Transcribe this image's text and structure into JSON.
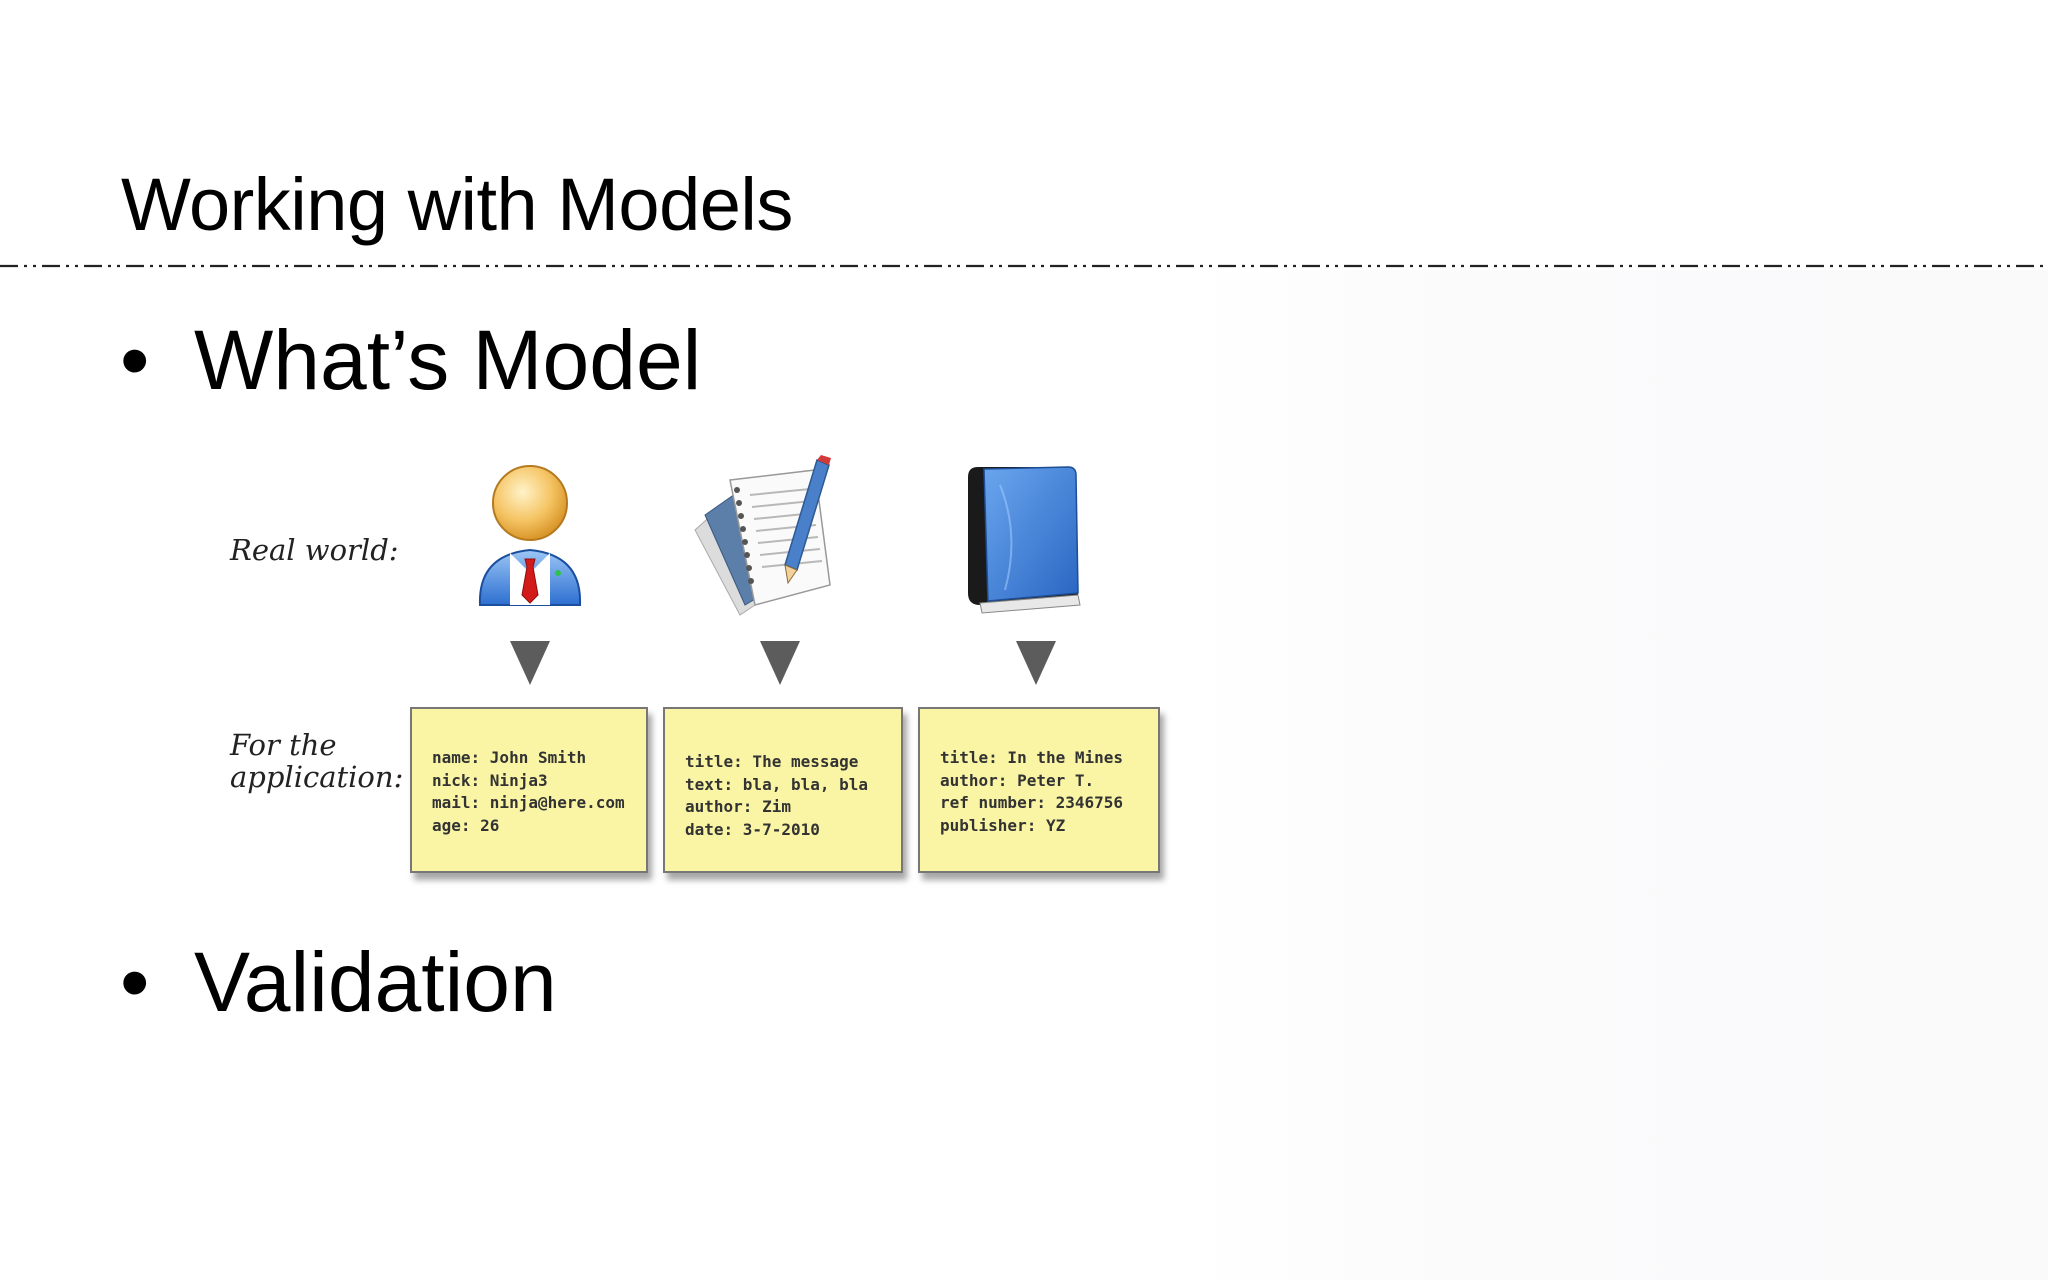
{
  "slide": {
    "title": "Working with Models",
    "bullets": [
      "What’s Model",
      "Validation"
    ],
    "bullet_symbol": "•"
  },
  "diagram": {
    "row_labels": {
      "real_world": "Real world:",
      "for_the_application": "For the\napplication:"
    },
    "icons": [
      "person-icon",
      "document-icon",
      "book-icon"
    ],
    "notes": [
      [
        "name: John Smith",
        "nick: Ninja3",
        "mail: ninja@here.com",
        "age: 26"
      ],
      [
        "title: The message",
        "text: bla, bla, bla",
        "author: Zim",
        "date: 3-7-2010"
      ],
      [
        "title: In the Mines",
        "author: Peter T.",
        "ref number: 2346756",
        "publisher: YZ"
      ]
    ]
  },
  "colors": {
    "note_fill": "#f9f5a5",
    "arrow": "#5c5c5c",
    "book_blue": "#3f7fd8"
  }
}
